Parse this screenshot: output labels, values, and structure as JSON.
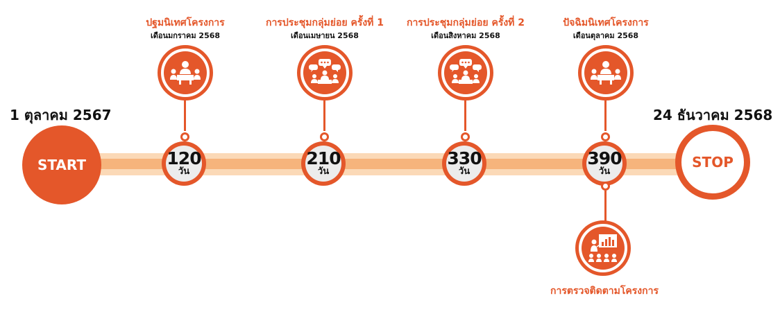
{
  "start": {
    "label": "START",
    "date": "1 ตุลาคม 2567"
  },
  "stop": {
    "label": "STOP",
    "date": "24 ธันวาคม 2568"
  },
  "milestones": [
    {
      "days": "120",
      "unit": "วัน",
      "title": "ปฐมนิเทศโครงการ",
      "date": "เดือนมกราคม 2568",
      "icon": "meeting-icon"
    },
    {
      "days": "210",
      "unit": "วัน",
      "title": "การประชุมกลุ่มย่อย ครั้งที่ 1",
      "date": "เดือนเมษายน 2568",
      "icon": "discussion-icon"
    },
    {
      "days": "330",
      "unit": "วัน",
      "title": "การประชุมกลุ่มย่อย ครั้งที่ 2",
      "date": "เดือนสิงหาคม 2568",
      "icon": "discussion-icon"
    },
    {
      "days": "390",
      "unit": "วัน",
      "title": "ปัจฉิมนิเทศโครงการ",
      "date": "เดือนตุลาคม 2568",
      "icon": "meeting-icon"
    }
  ],
  "followup": {
    "title": "การตรวจติดตามโครงการ",
    "icon": "presentation-icon"
  },
  "colors": {
    "accent": "#E4572A",
    "track_light": "#FBD9B7",
    "track_mid": "#F6B47C"
  }
}
